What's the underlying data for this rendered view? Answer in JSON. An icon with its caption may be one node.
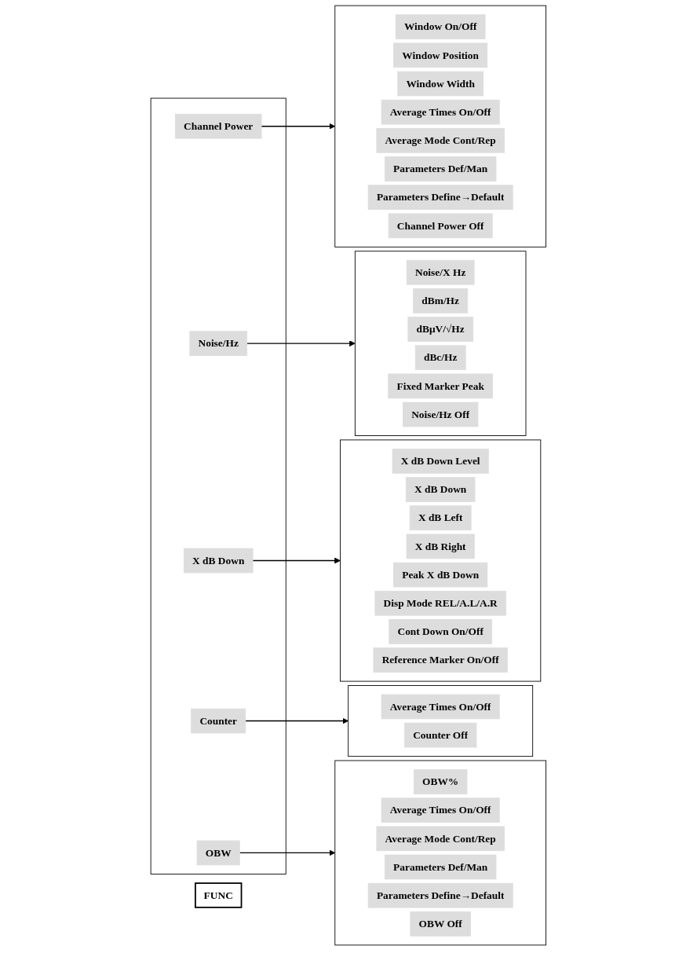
{
  "diagram": {
    "nodes": [
      {
        "text": [
          "FUNC"
        ]
      },
      {
        "text": [],
        "shape": "bracket"
      },
      {
        "text": [
          "Channel Power"
        ],
        "in": 1
      },
      {
        "text": [
          "Noise/Hz"
        ],
        "in": 1
      },
      {
        "text": [
          "X dB Down"
        ],
        "in": 1
      },
      {
        "text": [
          "Counter"
        ],
        "in": 1
      },
      {
        "text": [
          "OBW"
        ],
        "in": 1
      },
      {
        "text": [],
        "shape": "bracket"
      },
      {
        "text": [
          "Window On/Off"
        ],
        "in": 7
      },
      {
        "text": [
          "Window Position"
        ],
        "in": 7
      },
      {
        "text": [
          "Window Width"
        ],
        "in": 7
      },
      {
        "text": [
          "Average Times On/Off"
        ],
        "in": 7
      },
      {
        "text": [
          "Average Mode Cont/Rep"
        ],
        "in": 7
      },
      {
        "text": [
          "Parameters Def/Man"
        ],
        "in": 7
      },
      {
        "text": [
          "Parameters Define→Default"
        ],
        "in": 7
      },
      {
        "text": [
          "Channel Power Off"
        ],
        "in": 7
      },
      {
        "text": [],
        "shape": "bracket"
      },
      {
        "text": [
          "Noise/X Hz"
        ],
        "in": 16
      },
      {
        "text": [
          "dBm/Hz"
        ],
        "in": 16
      },
      {
        "text": [
          "dBμV/√Hz"
        ],
        "in": 16
      },
      {
        "text": [
          "dBc/Hz"
        ],
        "in": 16
      },
      {
        "text": [
          "Fixed Marker Peak"
        ],
        "in": 16
      },
      {
        "text": [
          "Noise/Hz Off"
        ],
        "in": 16
      },
      {
        "text": [],
        "shape": "bracket"
      },
      {
        "text": [
          "X dB Down Level"
        ],
        "in": 23
      },
      {
        "text": [
          "X dB Down"
        ],
        "in": 23
      },
      {
        "text": [
          "X dB Left"
        ],
        "in": 23
      },
      {
        "text": [
          "X dB Right"
        ],
        "in": 23
      },
      {
        "text": [
          "Peak X dB Down"
        ],
        "in": 23
      },
      {
        "text": [
          "Disp Mode REL/A.L/A.R"
        ],
        "in": 23
      },
      {
        "text": [
          "Cont Down On/Off"
        ],
        "in": 23
      },
      {
        "text": [
          "Reference Marker On/Off"
        ],
        "in": 23
      },
      {
        "text": [],
        "shape": "bracket"
      },
      {
        "text": [
          "Average Times On/Off"
        ],
        "in": 32
      },
      {
        "text": [
          "Counter Off"
        ],
        "in": 32
      },
      {
        "text": [],
        "shape": "bracket"
      },
      {
        "text": [
          "OBW%"
        ],
        "in": 35
      },
      {
        "text": [
          "Average Times On/Off"
        ],
        "in": 35
      },
      {
        "text": [
          "Average Mode Cont/Rep"
        ],
        "in": 35
      },
      {
        "text": [
          "Parameters Def/Man"
        ],
        "in": 35
      },
      {
        "text": [
          "Parameters Define→Default"
        ],
        "in": 35
      },
      {
        "text": [
          "OBW Off"
        ],
        "in": 35
      }
    ],
    "edges": [
      {
        "from": 2,
        "to": 7,
        "arrow": "to"
      },
      {
        "from": 3,
        "to": 16,
        "arrow": "to"
      },
      {
        "from": 4,
        "to": 23,
        "arrow": "to"
      },
      {
        "from": 5,
        "to": 32,
        "arrow": "to"
      },
      {
        "from": 6,
        "to": 35,
        "arrow": "to"
      }
    ]
  }
}
